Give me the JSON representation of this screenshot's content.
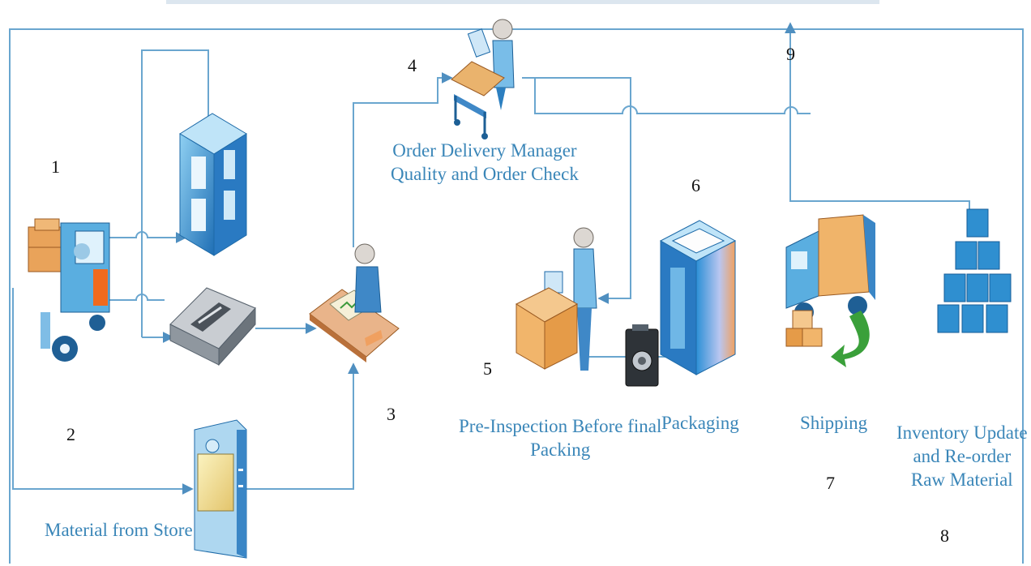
{
  "steps": {
    "n1": "1",
    "n2": "2",
    "n3": "3",
    "n4": "4",
    "n5": "5",
    "n6": "6",
    "n7": "7",
    "n8": "8",
    "n9": "9"
  },
  "labels": {
    "material_from_store": "Material from Store",
    "order_delivery_line1": "Order Delivery Manager",
    "order_delivery_line2": "Quality and Order Check",
    "pre_inspection_line1": "Pre-Inspection Before final",
    "pre_inspection_line2": "Packing",
    "packaging": "Packaging",
    "shipping": "Shipping",
    "inventory_line1": "Inventory Update",
    "inventory_line2": "and Re-order",
    "inventory_line3": "Raw Material"
  },
  "colors": {
    "flow_line": "#6aa6cf",
    "label_text": "#3a86b8",
    "number_text": "#111111"
  },
  "icons": [
    "forklift-icon",
    "warehouse-block-icon",
    "conveyor-tray-icon",
    "storage-cabinet-icon",
    "desk-worker-icon",
    "cart-worker-icon",
    "inspector-box-icon",
    "camera-icon",
    "packaging-frame-icon",
    "delivery-truck-icon",
    "inventory-stack-icon"
  ]
}
